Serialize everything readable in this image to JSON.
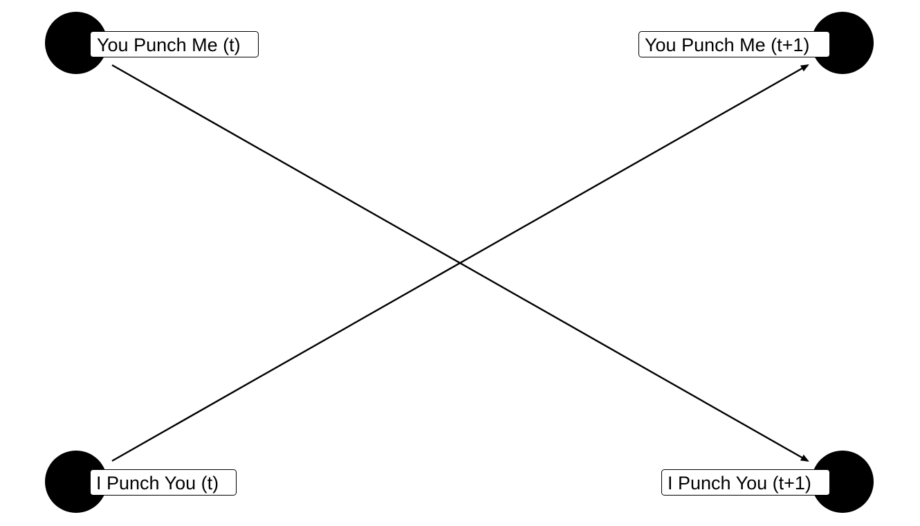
{
  "diagram": {
    "nodes": [
      {
        "id": "you_t",
        "label": "You Punch Me (t)"
      },
      {
        "id": "you_t1",
        "label": "You Punch Me (t+1)"
      },
      {
        "id": "i_t",
        "label": "I Punch You (t)"
      },
      {
        "id": "i_t1",
        "label": "I Punch You (t+1)"
      }
    ],
    "edges": [
      {
        "from": "you_t",
        "to": "i_t1"
      },
      {
        "from": "i_t",
        "to": "you_t1"
      }
    ],
    "colors": {
      "node": "#000000",
      "edge": "#000000",
      "label_bg": "#ffffff"
    }
  }
}
